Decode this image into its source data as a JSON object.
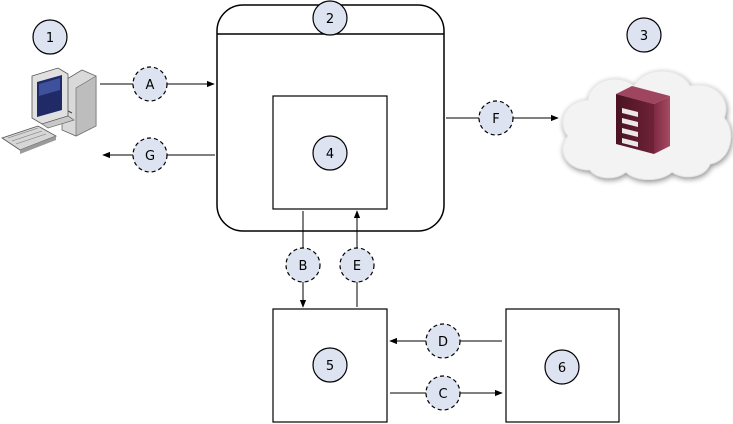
{
  "nodes": {
    "n1": "1",
    "n2": "2",
    "n3": "3",
    "n4": "4",
    "n5": "5",
    "n6": "6"
  },
  "steps": {
    "a": "A",
    "b": "B",
    "c": "C",
    "d": "D",
    "e": "E",
    "f": "F",
    "g": "G"
  },
  "icons": {
    "computer": "computer-icon",
    "cloud": "cloud-icon",
    "server": "server-icon"
  },
  "colors": {
    "badge_fill": "#dde3f1",
    "server_dark": "#5a1a2c",
    "server_light": "#8a3048",
    "cloud": "#f2f2f2"
  }
}
